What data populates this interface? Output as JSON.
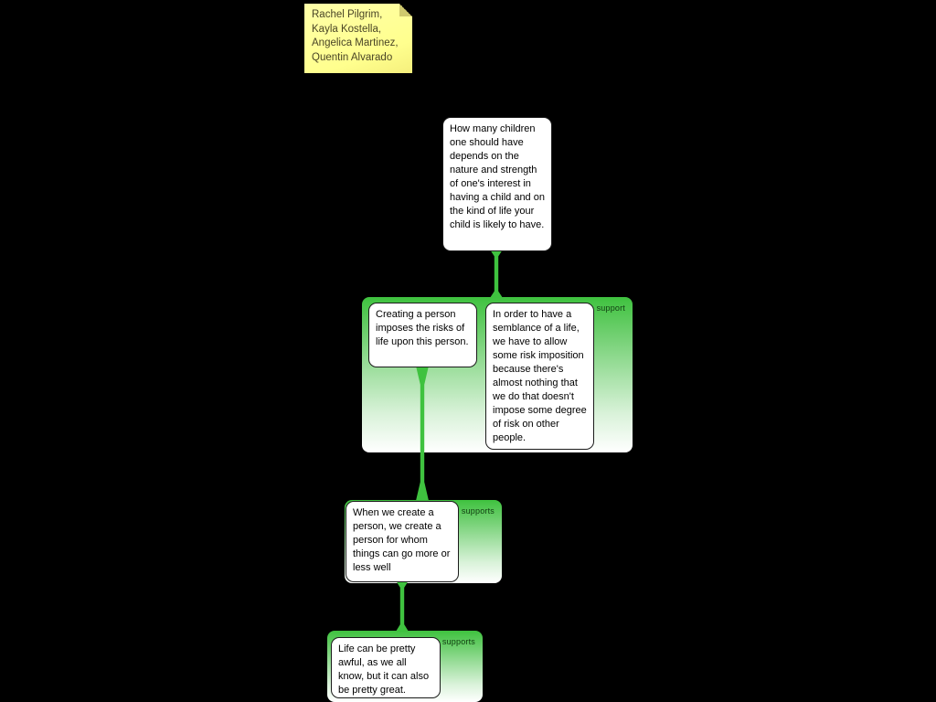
{
  "canvas": {
    "background": "#000000"
  },
  "sticky_note": {
    "color": "#ffff9e",
    "lines": [
      "Rachel Pilgrim,",
      "Kayla Kostella,",
      "Angelica Martinez,",
      "Quentin Alvarado"
    ]
  },
  "argument_map": {
    "colors": {
      "group_green": "#3fc23f",
      "connector_green": "#3fc23f",
      "node_background": "#ffffff"
    },
    "root_claim": {
      "text": "How many children one should have depends on the nature and strength of one's interest in having a child and on the kind of life your child is likely to have."
    },
    "groups": [
      {
        "label": "support",
        "boxes": [
          {
            "text": "Creating a person imposes the risks of life upon this person."
          },
          {
            "text": "In order to have a semblance of a life, we have to allow some risk imposition because there's almost nothing that we do that doesn't impose some degree of risk on other people."
          }
        ]
      },
      {
        "label": "supports",
        "boxes": [
          {
            "text": "When we create a person, we create a person for whom things can go more or less well"
          }
        ]
      },
      {
        "label": "supports",
        "boxes": [
          {
            "text": "Life can be pretty awful, as we all know, but it can also be pretty great."
          }
        ]
      }
    ]
  }
}
